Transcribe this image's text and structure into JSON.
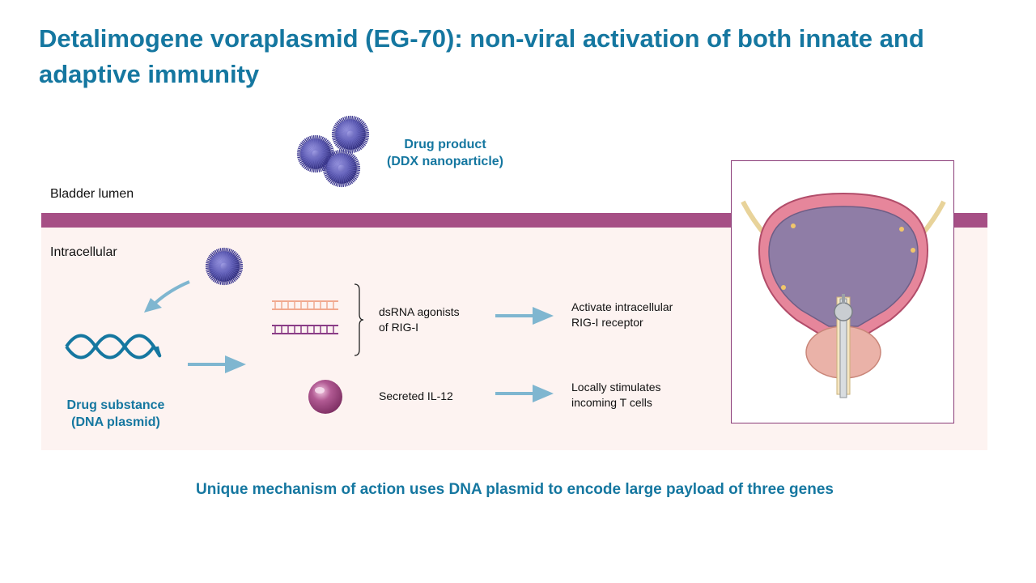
{
  "title": "Detalimogene voraplasmid (EG-70): non-viral activation of both innate and adaptive immunity",
  "drug_product": {
    "line1": "Drug product",
    "line2": "(DDX nanoparticle)"
  },
  "regions": {
    "lumen": "Bladder lumen",
    "intracellular": "Intracellular"
  },
  "drug_substance": {
    "line1": "Drug substance",
    "line2": "(DNA plasmid)"
  },
  "outputs": [
    {
      "product_line1": "dsRNA agonists",
      "product_line2": "of RIG-I",
      "effect_line1": "Activate intracellular",
      "effect_line2": "RIG-I receptor"
    },
    {
      "product_line1": "Secreted IL-12",
      "effect_line1": "Locally stimulates",
      "effect_line2": "incoming T cells"
    }
  ],
  "footer": "Unique mechanism of action uses DNA plasmid to encode large payload of three genes",
  "colors": {
    "brand_teal": "#1577a0",
    "membrane": "#a64f85",
    "cell_background": "#fdf3f1",
    "arrow": "#7fb6d0",
    "nanoparticle": "#5a58b0",
    "dsrna_light": "#f0a98f",
    "dsrna_dark": "#8a3c86",
    "il12_sphere": "#a64f85"
  }
}
